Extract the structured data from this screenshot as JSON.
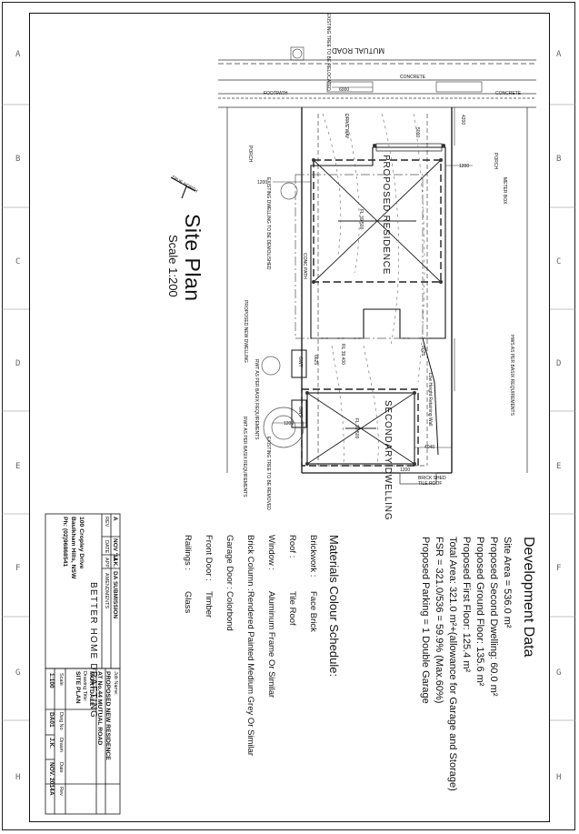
{
  "zones": {
    "right": [
      "A",
      "B",
      "C",
      "D",
      "E",
      "F",
      "G",
      "H"
    ],
    "left": [
      "A",
      "B",
      "C",
      "D",
      "E",
      "F",
      "G",
      "H"
    ]
  },
  "plan": {
    "title": "Site Plan",
    "scale": "Scale 1:200",
    "north": "TRUE NORTH",
    "road": "MUTUAL ROAD",
    "existing_tree_relocated": "EXISTING TREE TO BE RELOCATED",
    "existing_dwelling_demolished": "EXISTING DWELLING TO BE DEMOLISHED",
    "proposed_new_dwelling": "PROPOSED NEW DWELLING",
    "rwt_left": "RWT AS PER BASIX REQUIREMENTS",
    "rwt_mid": "RWT AS PER BASIX REQUIREMENTS",
    "existing_tree_removed": "EXISTING TREE TO BE REMOVED",
    "hws": "HWS AS PER BASIX REQUIREMENTS",
    "meter_box": "METER BOX",
    "proposed_residence": "PROPOSED RESIDENCE",
    "residence_fl": "FL 39.500",
    "rl_level": "RL 39.400",
    "secondary_dwelling": "SECONDARY DWELLING",
    "secondary_fl": "FL 39.500",
    "low_wall": "Low Height Retaining Wall",
    "drive_way": "DRIVE WAY",
    "conc_path": "CONC PATH",
    "porch_left": "PORCH",
    "porch_right": "PORCH",
    "brick_shed": "BRICK SHED TILE ROOF",
    "dim_6000": "6000",
    "dim_4200": "4200",
    "dim_5000": "5000",
    "dim_1200_a": "1200",
    "dim_1200_b": "1200",
    "dim_1200_c": "1200",
    "dim_6625": "6625",
    "dim_8025": "8025",
    "dim_4040": "4040",
    "dim_1200_d": "1200",
    "concrete_a": "CONCRETE",
    "concrete_b": "CONCRETE",
    "footpath": "FOOTPATH",
    "gwt_a": "GWT",
    "gwt_b": "GWT"
  },
  "development": {
    "title": "Development Data",
    "lines": [
      "Site Area = 536.0 m²",
      "Proposed Second Dwelling: 60.0 m²",
      "Proposed Ground Floor: 135.6 m²",
      "Proposed First Floor: 125.4 m²",
      "Total Area: 321.0 m²+(allowance for Garage  and Storage)",
      "FSR = 321.0/536 = 59.9% (Max.60%)",
      "Proposed Parking = 1 Double Garage"
    ]
  },
  "materials": {
    "title": "Materials Colour Schedule:",
    "rows": [
      {
        "label": "Brickwork :",
        "value": "Face Brick"
      },
      {
        "label": "Roof :",
        "value": "Tile Roof"
      },
      {
        "label": "Window :",
        "value": "Aluminum Frame Or Similar"
      },
      {
        "label": "Brick Column :",
        "value": "Rendered Painted Medium Grey Or Similar"
      },
      {
        "label": "Garage Door :",
        "value": "Colorbond"
      },
      {
        "label": "Front Door :",
        "value": "Timber"
      },
      {
        "label": "Railings :",
        "value": "Glass"
      }
    ]
  },
  "title_block": {
    "rev_row": [
      "A",
      "NOV '14",
      "J.K.",
      "DA SUBMISSION"
    ],
    "rev_headers": [
      "REV",
      "DATE",
      "APP",
      "AMENDMENTS"
    ],
    "brand": "BETTER HOME DRAFTING",
    "address": [
      "100 Cropley Drive",
      "Baulkham Hills, NSW",
      "Ph: (02)96868541"
    ],
    "job_label": "Job Name:",
    "job_name": [
      "PROPOSED NEW RESIDENCE",
      "AT No.44 MUTUAL ROAD",
      "MORTDALE"
    ],
    "drawing_label": "Drawing Title:",
    "drawing_title": "SITE PLAN",
    "footer_headers": [
      "Scale",
      "Dwg No",
      "Drawn",
      "Date",
      "Rev"
    ],
    "footer_values": [
      "1:100",
      "DA01",
      "J.K.",
      "NOV. 2014",
      "A"
    ]
  }
}
